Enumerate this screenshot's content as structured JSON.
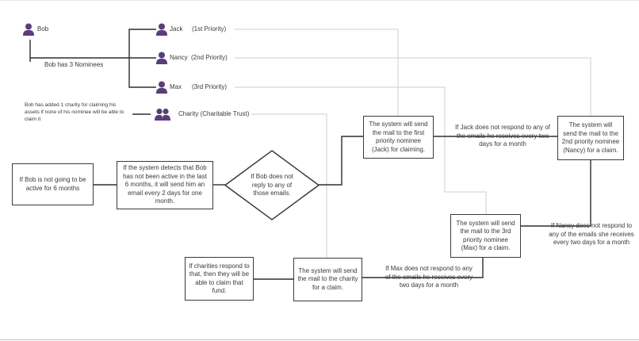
{
  "colors": {
    "icon": "#5a3d7a",
    "connector": "#2e2e2e",
    "faint_connector": "#cfcfcf",
    "text": "#3a3a3a"
  },
  "people": {
    "bob": {
      "name": "Bob",
      "icon": "person-icon"
    },
    "jack": {
      "name": "Jack",
      "priority": "(1st Priority)",
      "icon": "person-icon"
    },
    "nancy": {
      "name": "Nancy",
      "priority": "(2nd Priority)",
      "icon": "person-icon"
    },
    "max": {
      "name": "Max",
      "priority": "(3rd Priority)",
      "icon": "person-icon"
    },
    "charity": {
      "name": "Charity (Charitable Trust)",
      "icon": "group-icon"
    }
  },
  "labels": {
    "nominees": "Bob has 3 Nominees",
    "charity_note": "Bob has added 1 charity for claiming his assets if none of his nominee will be able to claim it"
  },
  "nodes": {
    "inactive": "If Bob is not going to be active for 6 months",
    "detect": "If the system detects that Bob has not been active in the last 6 months, it will send him an email every 2 days for one month.",
    "decision": "If Bob does not reply to any of those emails.",
    "mail_jack": "The system will send the mail to the first priority nominee (Jack) for claiming.",
    "mail_nancy": "The system will send the mail to the 2nd priority nominee (Nancy) for a claim.",
    "mail_max": "The system will send the mail to the 3rd priority nominee (Max) for a claim.",
    "mail_charity": "The system will send the mail to the charity for a claim.",
    "charity_claim": "If charities respond to that, then they will be able to claim that fund."
  },
  "edge_labels": {
    "jack_no_response": "If Jack does not respond to any of the emails he receives every two days for a month",
    "nancy_no_response": "If Nancy does not respond to any of the emails she receives every two days for a month",
    "max_no_response": "If Max does not respond to any of the emails he receives every two days for a month"
  }
}
